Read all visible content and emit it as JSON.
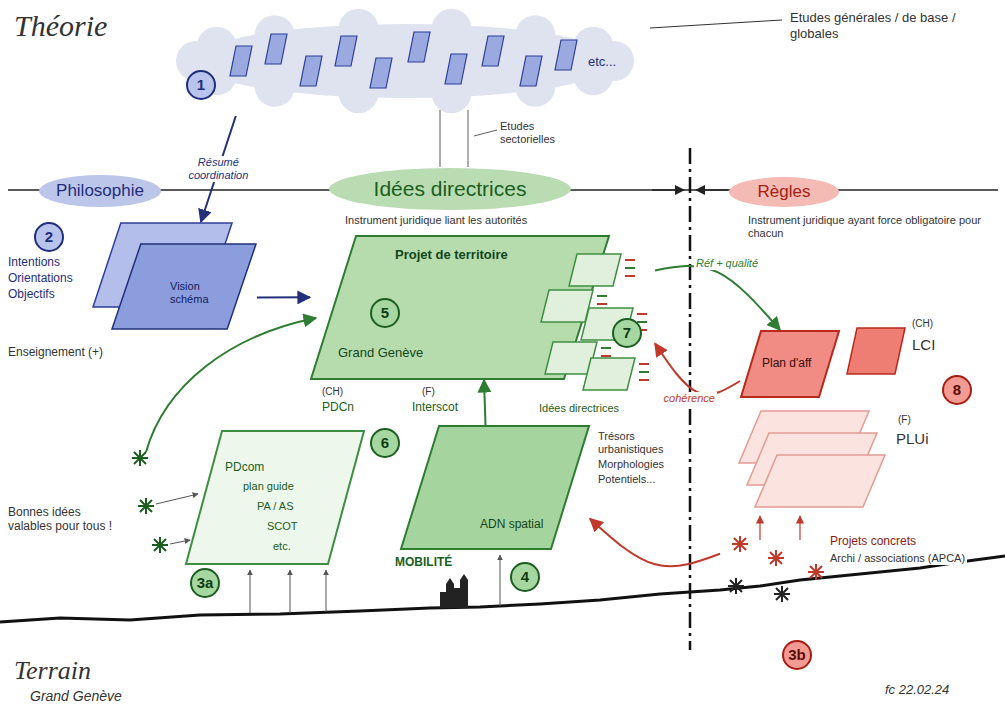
{
  "diagram": {
    "nodes": [
      {
        "text": [
          "etc..."
        ]
      },
      {
        "text": [
          "Philosophie"
        ]
      },
      {
        "text": [
          "Idées directrices"
        ]
      },
      {
        "text": [
          "Règles"
        ]
      },
      {
        "text": [
          "Vision schéma"
        ]
      },
      {
        "text": [
          "Projet de territoire",
          "Grand Genève"
        ]
      },
      {
        "text": [
          "ADN spatial"
        ]
      },
      {
        "text": [
          "PDcom",
          "plan guide",
          "PA / AS",
          "SCOT",
          "etc."
        ]
      },
      {
        "text": [
          "Idées directrices"
        ]
      },
      {
        "text": [
          "Plan d'aff"
        ]
      },
      {
        "text": [
          "(CH)",
          "LCI"
        ]
      },
      {
        "text": [
          "(F)",
          "PLUi"
        ]
      },
      {
        "text": [
          "Projets concrets",
          "Archi / associations (APCA)"
        ]
      }
    ],
    "edges": [
      {
        "from": 0,
        "to": 4,
        "arrow": "to",
        "label": "Résumé coordination"
      },
      {
        "from": 4,
        "to": 5,
        "arrow": "to"
      },
      {
        "from": 6,
        "to": 5,
        "arrow": "to"
      },
      {
        "from": 8,
        "to": 9,
        "arrow": "to",
        "label": "Réf + qualité"
      },
      {
        "from": 9,
        "to": 8,
        "arrow": "to",
        "label": "cohérence"
      },
      {
        "from": 12,
        "to": 6,
        "arrow": "to"
      }
    ],
    "labels": [
      "Théorie",
      "Etudes générales / de base / globales",
      "1",
      "Etudes sectorielles",
      "Instrument juridique liant les autorités",
      "Instrument juridique ayant force obligatoire pour chacun",
      "2",
      "Intentions",
      "Orientations",
      "Objectifs",
      "Enseignement (+)",
      "5",
      "(CH)",
      "PDCn",
      "(F)",
      "Interscot",
      "6",
      "7",
      "8",
      "Trésors urbanistiques",
      "Morphologies",
      "Potentiels...",
      "MOBILITÉ",
      "4",
      "Bonnes idées valables pour tous !",
      "3a",
      "3b",
      "Terrain",
      "Grand Genève",
      "fc 22.02.24"
    ]
  }
}
